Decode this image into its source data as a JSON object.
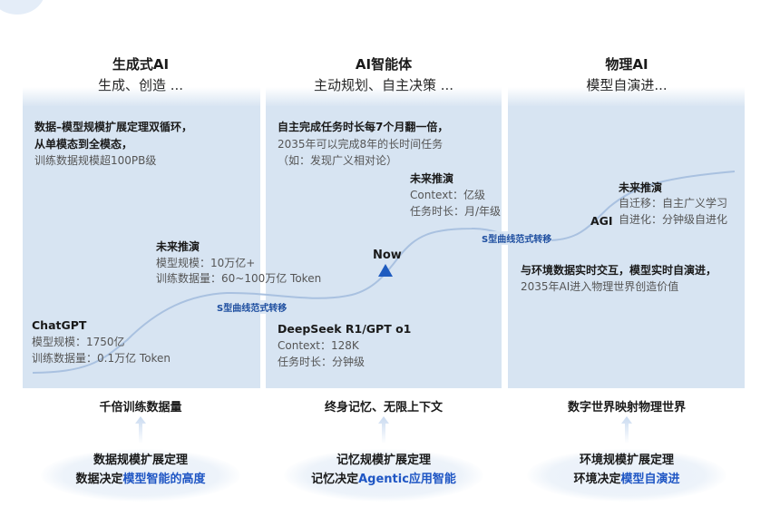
{
  "columns": [
    {
      "title": "生成式AI",
      "subtitle": "生成、创造 ...",
      "headline": [
        "数据–模型规模扩展定理双循环，",
        "从单模态到全模态，"
      ],
      "detail": "训练数据规模超100PB级",
      "forecast_title": "未来推演",
      "forecast_lines": [
        "模型规模：10万亿+",
        "训练数据量：60~100万亿 Token"
      ],
      "milestone_title": "ChatGPT",
      "milestone_lines": [
        "模型规模：1750亿",
        "训练数据量：0.1万亿 Token"
      ],
      "footer": "千倍训练数据量",
      "law_line1": "数据规模扩展定理",
      "law_line2_prefix": "数据决定",
      "law_line2_highlight": "模型智能的高度"
    },
    {
      "title": "AI智能体",
      "subtitle": "主动规划、自主决策 ...",
      "headline": [
        "自主完成任务时长每7个月翻一倍，"
      ],
      "detail_lines": [
        "2035年可以完成8年的长时间任务",
        "（如：发现广义相对论）"
      ],
      "forecast_title": "未来推演",
      "forecast_lines": [
        "Context：亿级",
        "任务时长：月/年级"
      ],
      "now_label": "Now",
      "milestone_title": "DeepSeek R1/GPT o1",
      "milestone_lines": [
        "Context：128K",
        "任务时长：分钟级"
      ],
      "footer": "终身记忆、无限上下文",
      "law_line1": "记忆规模扩展定理",
      "law_line2_prefix": "记忆决定",
      "law_line2_highlight": "Agentic应用智能"
    },
    {
      "title": "物理AI",
      "subtitle": "模型自演进...",
      "agi_label": "AGI",
      "forecast_title": "未来推演",
      "forecast_lines": [
        "自迁移：自主广义学习",
        "自进化：分钟级自进化"
      ],
      "headline": [
        "与环境数据实时交互，模型实时自演进，"
      ],
      "detail": "2035年AI进入物理世界创造价值",
      "footer": "数字世界映射物理世界",
      "law_line1": "环境规模扩展定理",
      "law_line2_prefix": "环境决定",
      "law_line2_highlight": "模型自演进"
    }
  ],
  "transitions": [
    "S型曲线范式转移",
    "S型曲线范式转移"
  ],
  "colors": {
    "panel": "#d7e4f2",
    "curve": "#a9c1e0",
    "highlight": "#1f56c4",
    "transition_text": "#1f4fa0",
    "now_marker": "#1e5bbf"
  }
}
